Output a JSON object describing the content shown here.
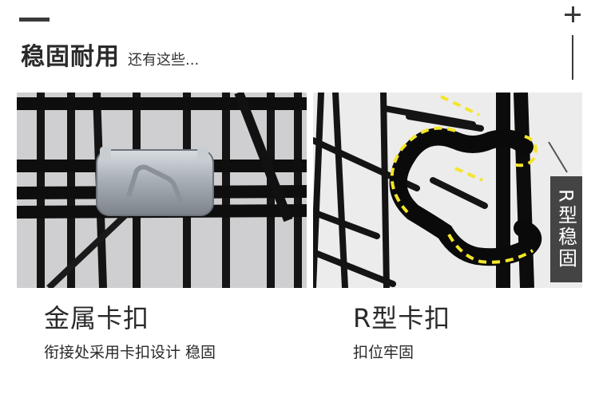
{
  "header": {
    "title": "稳固耐用",
    "subtitle": "还有这些..."
  },
  "left_feature": {
    "title": "金属卡扣",
    "description": "衔接处采用卡扣设计  稳固"
  },
  "right_feature": {
    "title": "R型卡扣",
    "description": "扣位牢固",
    "side_label": "R型稳固"
  },
  "icons": {
    "expand": "plus-icon"
  },
  "colors": {
    "accent_yellow": "#f4e52a",
    "tag_background": "#444444"
  }
}
